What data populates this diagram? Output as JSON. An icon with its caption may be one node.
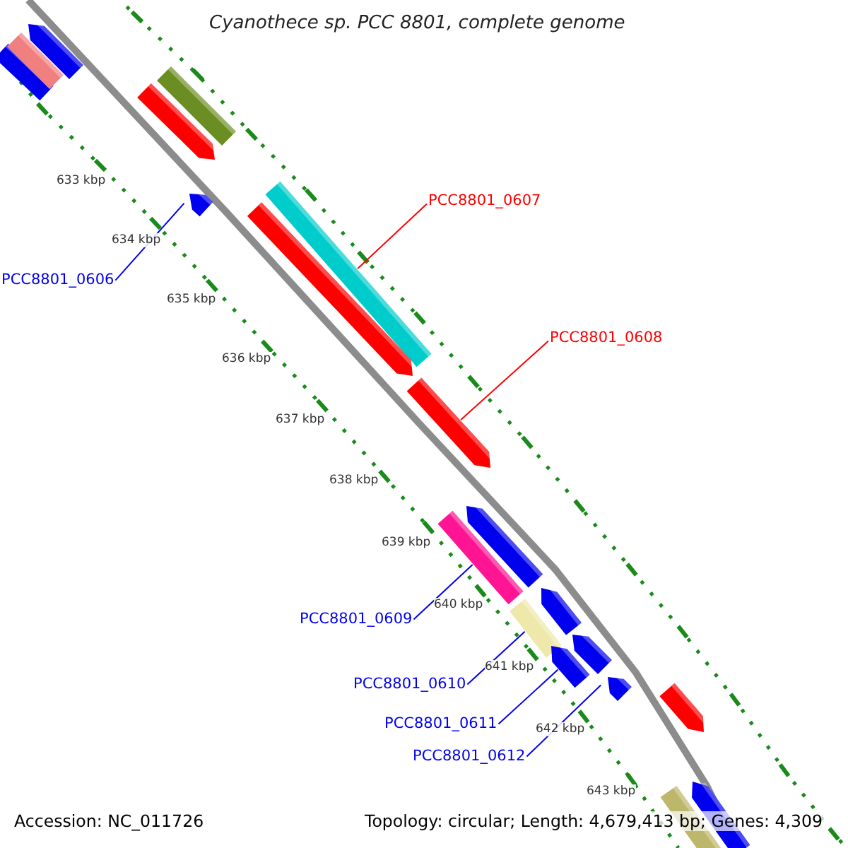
{
  "diagram": {
    "title": "Cyanothece sp. PCC 8801, complete genome",
    "nodes": [
      {
        "text": [],
        "shape": "pentagon"
      },
      {
        "text": [],
        "shape": "bar"
      },
      {
        "text": [],
        "shape": "bar"
      },
      {
        "text": [],
        "shape": "bar"
      },
      {
        "text": [],
        "shape": "pentagon"
      },
      {
        "text": [],
        "shape": "pentagon"
      },
      {
        "text": [
          "PCC8801_0607"
        ]
      },
      {
        "text": [],
        "shape": "bar"
      },
      {
        "text": [],
        "shape": "pentagon"
      },
      {
        "text": [
          "PCC8801_0606"
        ]
      },
      {
        "text": [
          "PCC8801_0608"
        ]
      },
      {
        "text": [],
        "shape": "pentagon"
      },
      {
        "text": [],
        "shape": "pentagon"
      },
      {
        "text": [],
        "shape": "bar"
      },
      {
        "text": [],
        "shape": "pentagon"
      },
      {
        "text": [
          "PCC8801_0609"
        ]
      },
      {
        "text": [],
        "shape": "bar"
      },
      {
        "text": [],
        "shape": "pentagon"
      },
      {
        "text": [],
        "shape": "pentagon"
      },
      {
        "text": [],
        "shape": "pentagon"
      },
      {
        "text": [
          "PCC8801_0610"
        ]
      },
      {
        "text": [],
        "shape": "pentagon"
      },
      {
        "text": [
          "PCC8801_0611"
        ]
      },
      {
        "text": [
          "PCC8801_0612"
        ]
      },
      {
        "text": [],
        "shape": "bar"
      },
      {
        "text": [],
        "shape": "pentagon"
      }
    ],
    "edges": [
      {
        "from": 6,
        "to": 7,
        "arrow": "none",
        "color": "#ff0000"
      },
      {
        "from": 9,
        "to": 5,
        "arrow": "none"
      },
      {
        "from": 10,
        "to": 11,
        "arrow": "none",
        "color": "#ff0000"
      },
      {
        "from": 15,
        "to": 13,
        "arrow": "none"
      },
      {
        "from": 20,
        "to": 16,
        "arrow": "none"
      },
      {
        "from": 22,
        "to": 18,
        "arrow": "none"
      },
      {
        "from": 23,
        "to": 19,
        "arrow": "none"
      }
    ],
    "labels": [
      "633 kbp",
      "634 kbp",
      "635 kbp",
      "636 kbp",
      "637 kbp",
      "638 kbp",
      "639 kbp",
      "640 kbp",
      "641 kbp",
      "642 kbp",
      "643 kbp",
      "Accession: NC_011726",
      "Topology: circular; Length: 4,679,413 bp; Genes: 4,309"
    ]
  }
}
